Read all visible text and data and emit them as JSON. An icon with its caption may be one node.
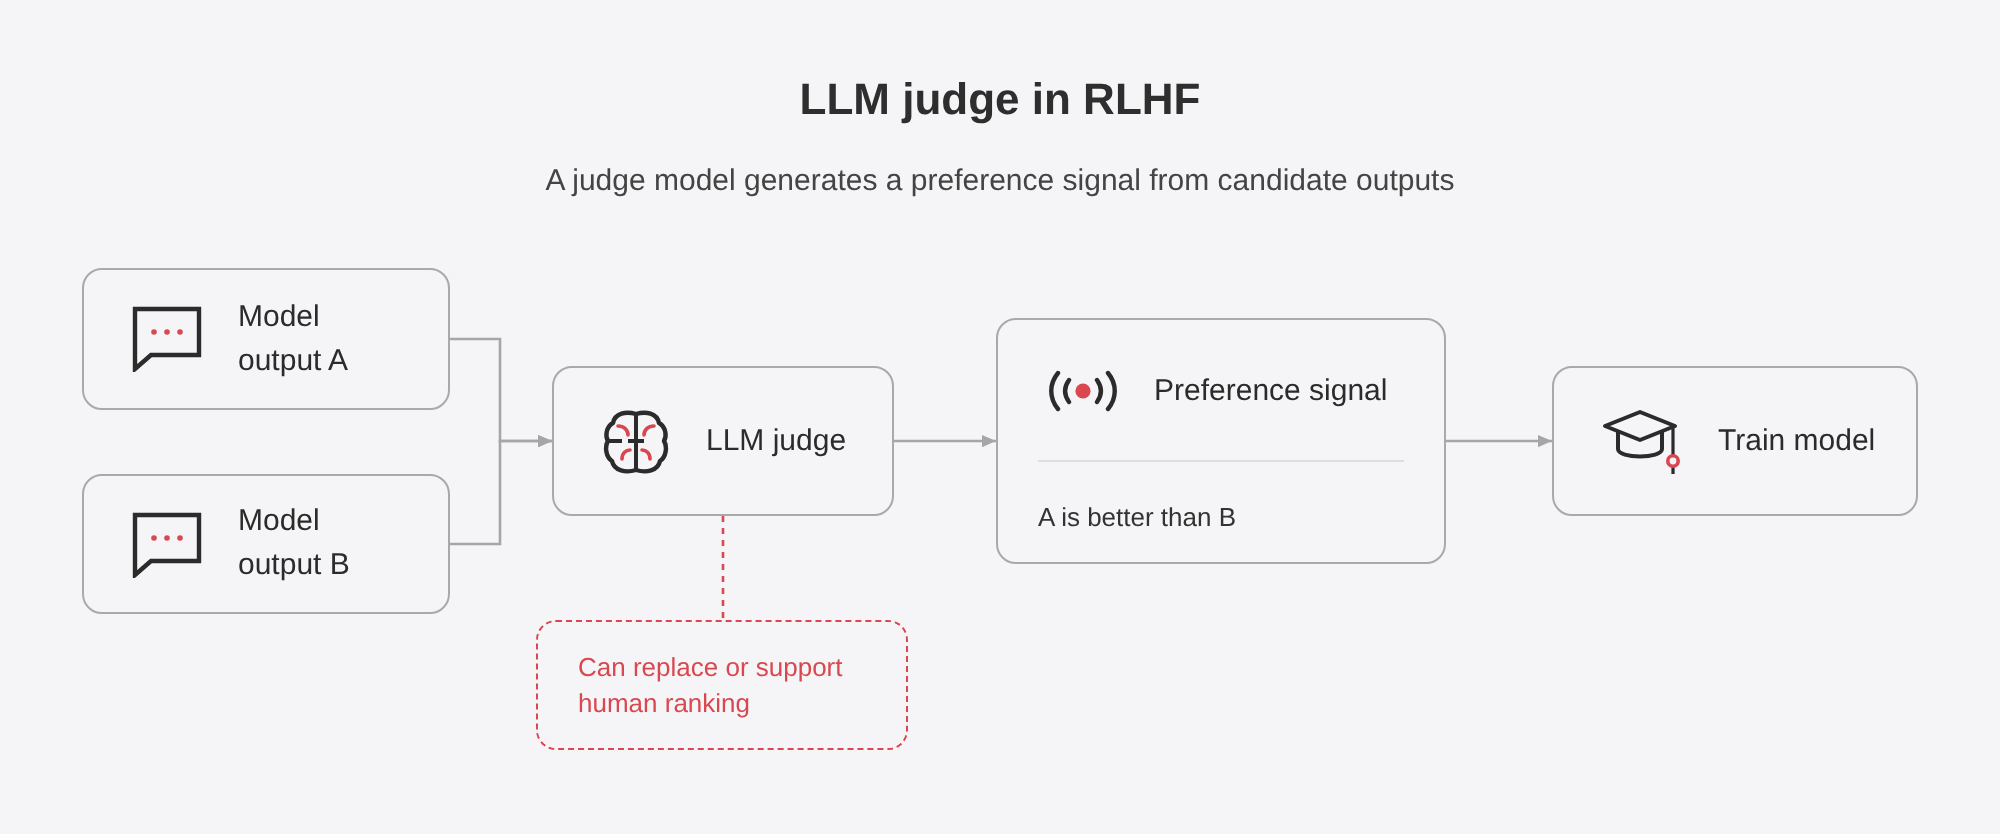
{
  "diagram": {
    "title": "LLM judge in RLHF",
    "nodes": [
      {
        "text": [
          "Model output A"
        ]
      },
      {
        "text": [
          "Model output B"
        ]
      },
      {
        "text": [
          "LLM judge"
        ]
      },
      {
        "text": [
          "Preference signal",
          "A is better than B"
        ]
      },
      {
        "text": [
          "Train model"
        ]
      },
      {
        "text": [
          "Can replace or support human ranking"
        ]
      }
    ],
    "edges": [
      {
        "from": 0,
        "to": 2,
        "arrow": "to"
      },
      {
        "from": 1,
        "to": 2,
        "arrow": "to"
      },
      {
        "from": 2,
        "to": 3,
        "arrow": "to"
      },
      {
        "from": 3,
        "to": 4,
        "arrow": "to"
      },
      {
        "from": 2,
        "to": 5,
        "arrow": "none",
        "style": "dashed",
        "color": "#d9474f"
      }
    ],
    "labels": [
      "A judge model generates a preference signal from candidate outputs"
    ]
  }
}
